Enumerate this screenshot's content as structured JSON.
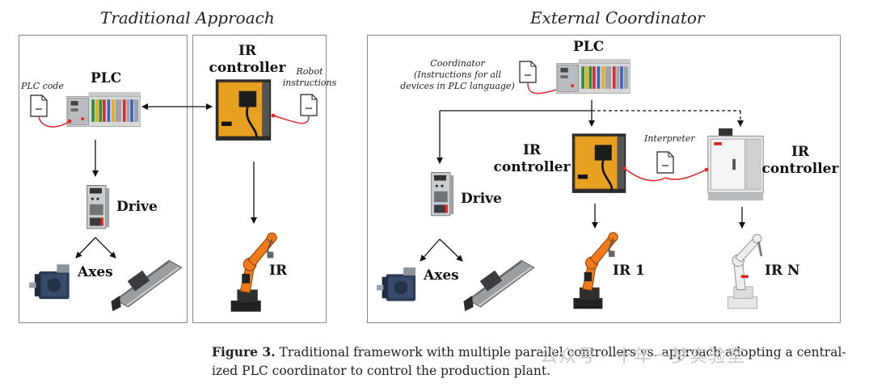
{
  "titles": {
    "left": "Traditional Approach",
    "right": "External Coordinator"
  },
  "left": {
    "plc_code": "PLC code",
    "plc": "PLC",
    "ir_controller": [
      "IR",
      "controller"
    ],
    "robot_instructions": [
      "Robot",
      "instructions"
    ],
    "drive": "Drive",
    "axes": "Axes",
    "ir": "IR"
  },
  "right": {
    "plc": "PLC",
    "coordinator": [
      "Coordinator",
      "(Instructions for all",
      "devices in PLC language)"
    ],
    "interpreter": "Interpreter",
    "ir_controller_1": [
      "IR",
      "controller"
    ],
    "ir_controller_2": [
      "IR",
      "controller"
    ],
    "drive": "Drive",
    "axes": "Axes",
    "ir1": "IR 1",
    "irn": "IR N"
  },
  "caption": {
    "label": "Figure 3.",
    "line1": "Traditional framework with multiple parallel controllers vs. approach adopting a central-",
    "line2": "ized PLC coordinator to control the production plant."
  },
  "watermark": "公众号 · 十年一梦实验室",
  "colors": {
    "robot_orange": "#f07a1a",
    "kuka_cabinet": "#e8a020",
    "wire_red": "#e0242a",
    "frame_gray": "#8a8a8a"
  }
}
